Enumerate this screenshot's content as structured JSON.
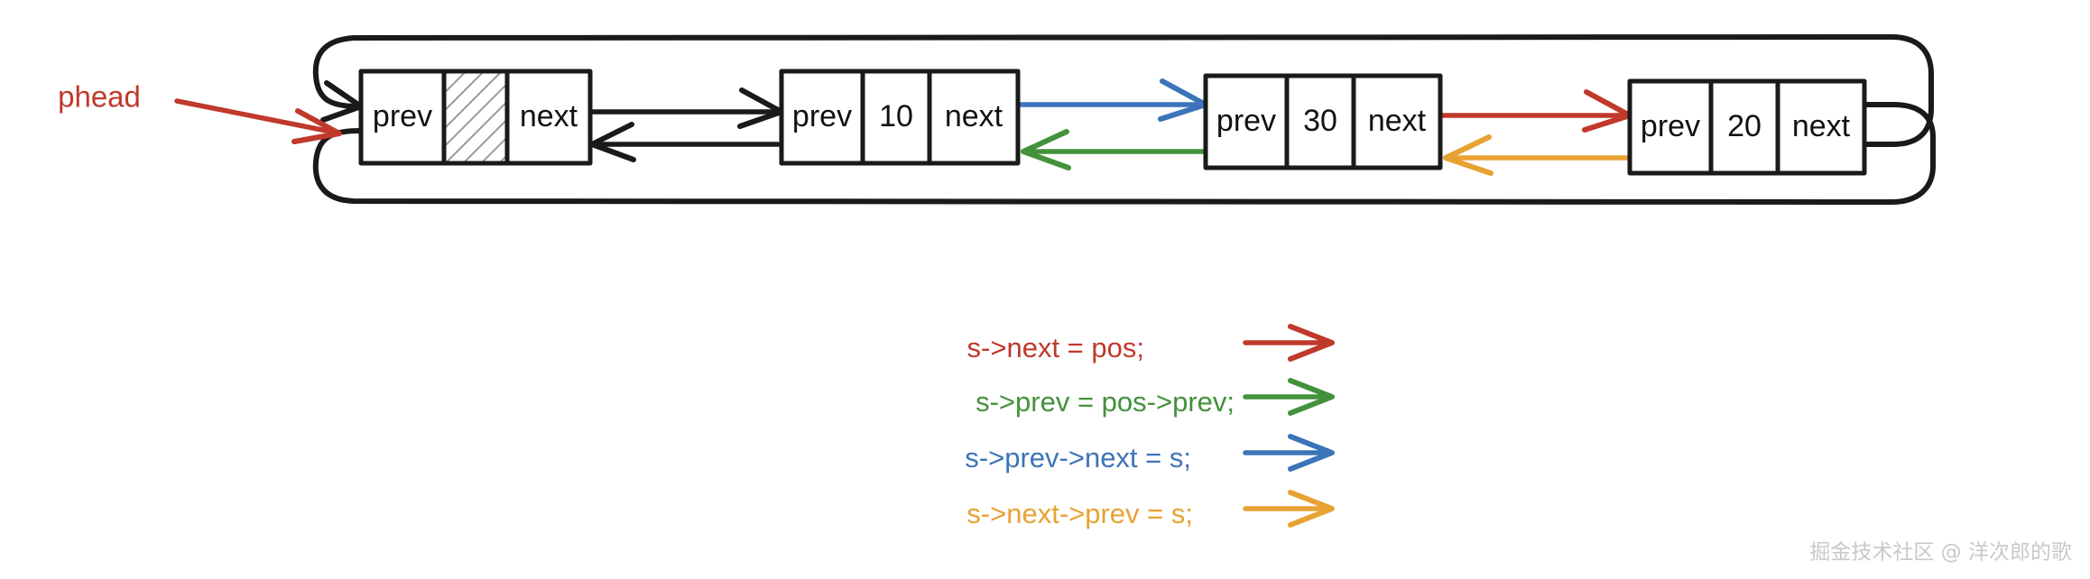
{
  "diagram": {
    "title_pointer": {
      "label": "phead",
      "color": "#c0392b"
    },
    "nodes": [
      {
        "id": "sentinel",
        "prev_label": "prev",
        "value": "",
        "next_label": "next",
        "hatched": true
      },
      {
        "id": "node10",
        "prev_label": "prev",
        "value": "10",
        "next_label": "next",
        "hatched": false
      },
      {
        "id": "node30",
        "prev_label": "prev",
        "value": "30",
        "next_label": "next",
        "hatched": false
      },
      {
        "id": "node20",
        "prev_label": "prev",
        "value": "20",
        "next_label": "next",
        "hatched": false
      }
    ],
    "colors": {
      "black": "#1a1a1a",
      "red": "#c0392b",
      "green": "#43923b",
      "blue": "#3c74b9",
      "orange": "#e8a233"
    }
  },
  "legend": {
    "items": [
      {
        "text": "s->next = pos;",
        "color": "#c0392b"
      },
      {
        "text": "s->prev = pos->prev;",
        "color": "#43923b"
      },
      {
        "text": "s->prev->next = s;",
        "color": "#3c74b9"
      },
      {
        "text": "s->next->prev = s;",
        "color": "#e8a233"
      }
    ]
  },
  "watermark": {
    "text": "掘金技术社区 @ 洋次郎的歌"
  }
}
